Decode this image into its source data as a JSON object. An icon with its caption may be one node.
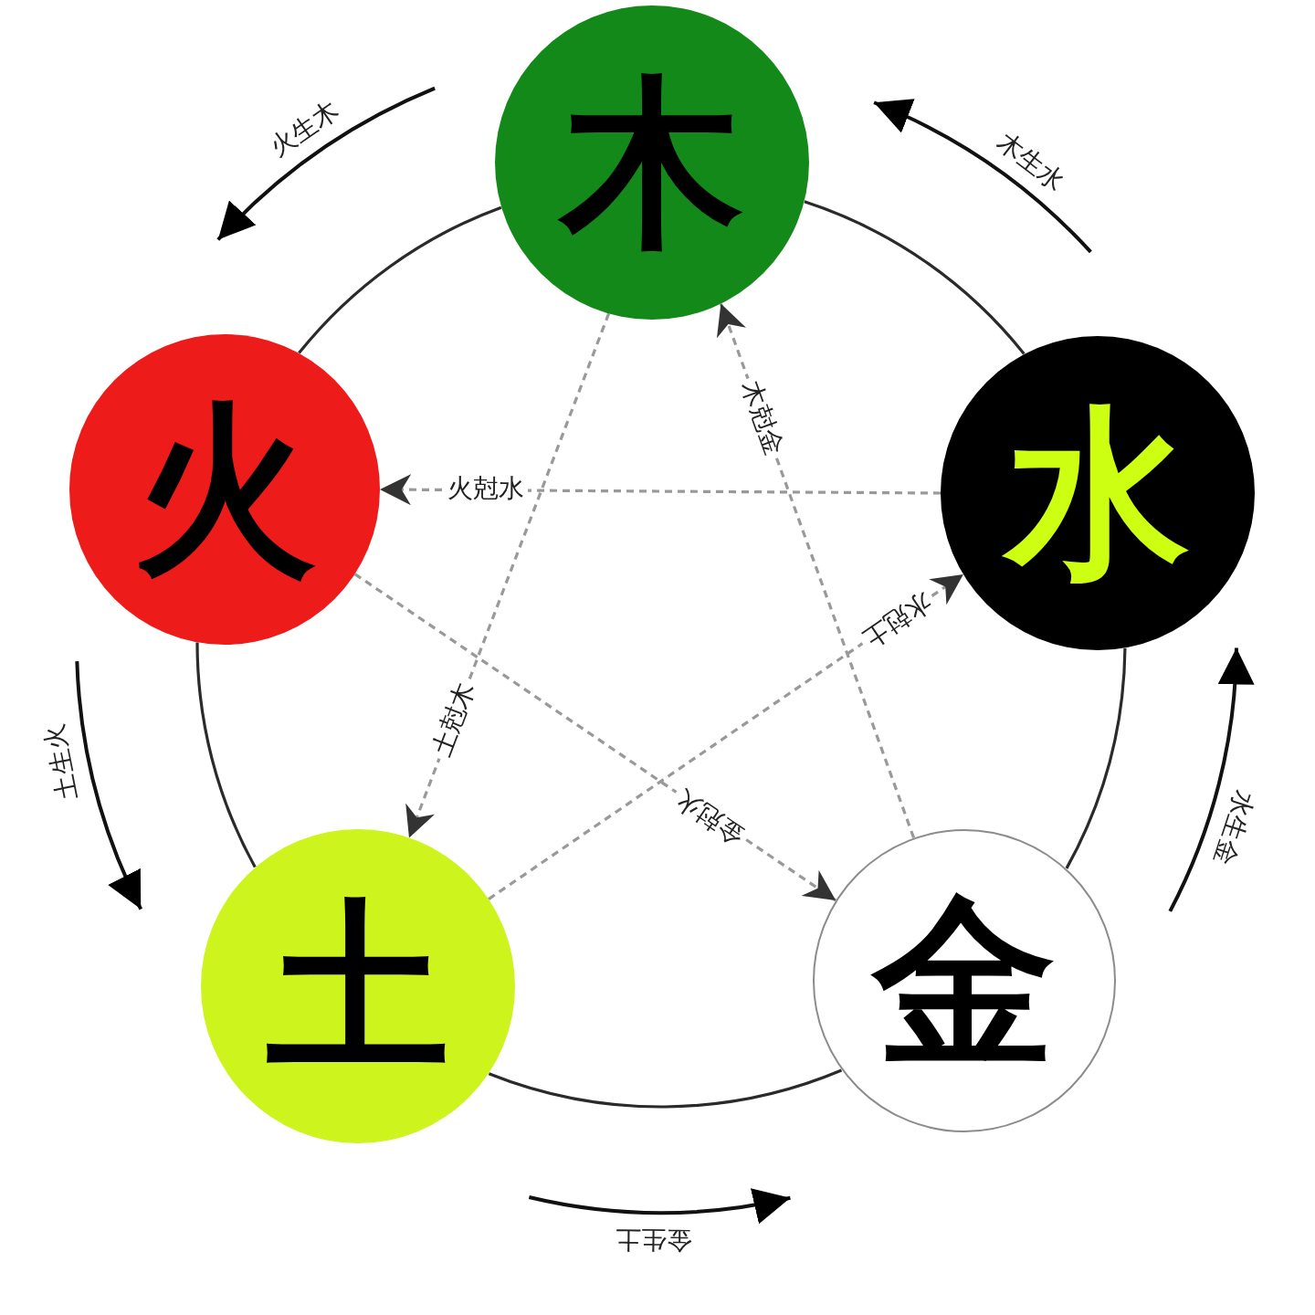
{
  "diagram": {
    "nodes": [
      {
        "text": [
          "木"
        ]
      },
      {
        "text": [
          "火"
        ]
      },
      {
        "text": [
          "水"
        ]
      },
      {
        "text": [
          "土"
        ]
      },
      {
        "text": [
          "金"
        ]
      }
    ],
    "edges": [
      {
        "from": 0,
        "to": 2,
        "arrow": "none"
      },
      {
        "from": 2,
        "to": 4,
        "arrow": "none"
      },
      {
        "from": 4,
        "to": 3,
        "arrow": "none"
      },
      {
        "from": 3,
        "to": 1,
        "arrow": "none"
      },
      {
        "from": 1,
        "to": 0,
        "arrow": "none"
      },
      {
        "from": 2,
        "to": 1,
        "arrow": "to",
        "label": "火尅水",
        "style": "dashed",
        "color": "#999999"
      },
      {
        "from": 4,
        "to": 0,
        "arrow": "to",
        "label": "木尅金",
        "style": "dashed",
        "color": "#999999"
      },
      {
        "from": 0,
        "to": 3,
        "arrow": "to",
        "label": "土尅木",
        "style": "dashed",
        "color": "#999999"
      },
      {
        "from": 3,
        "to": 2,
        "arrow": "to",
        "label": "水尅土",
        "style": "dashed",
        "color": "#999999"
      },
      {
        "from": 1,
        "to": 4,
        "arrow": "to",
        "label": "金尅火",
        "style": "dashed",
        "color": "#999999"
      }
    ],
    "labels": [
      "火生木",
      "木生水",
      "土生火",
      "水生金",
      "金生土"
    ]
  }
}
